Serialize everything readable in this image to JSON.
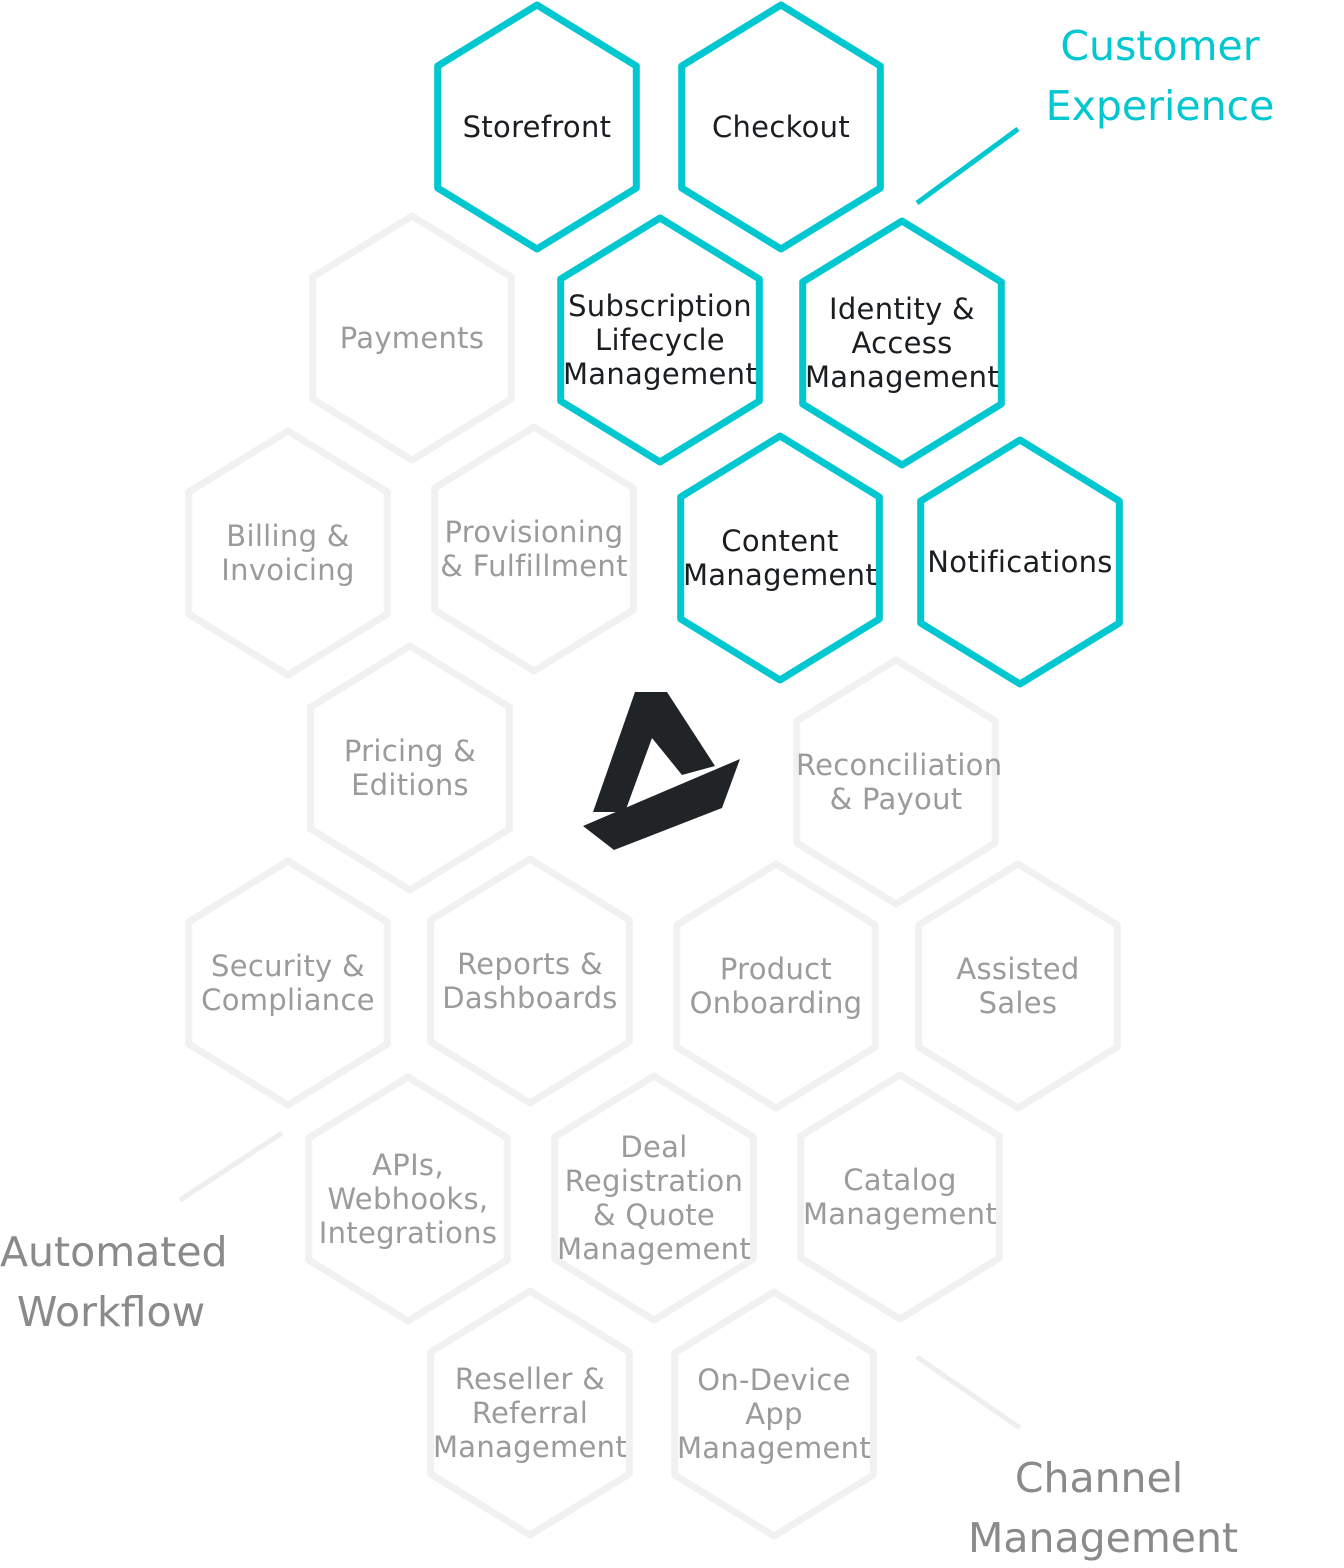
{
  "groups": {
    "customer_experience": "Customer\nExperience",
    "automated_workflow": "Automated\nWorkflow",
    "channel_management": "Channel\nManagement"
  },
  "colors": {
    "accent": "#00c7d0",
    "inactive_stroke": "#f1f1f1",
    "active_text": "#1b1e21",
    "inactive_text": "#9b9b9b",
    "group_text_gray": "#8a8a8a",
    "logo": "#212427"
  },
  "logo": {
    "icon": "triangular-sail-logo-icon"
  },
  "hexes": [
    {
      "id": "storefront",
      "label": "Storefront",
      "active": true
    },
    {
      "id": "checkout",
      "label": "Checkout",
      "active": true
    },
    {
      "id": "payments",
      "label": "Payments",
      "active": false
    },
    {
      "id": "subscription-lifecycle-management",
      "label": "Subscription\nLifecycle\nManagement",
      "active": true
    },
    {
      "id": "identity-access-management",
      "label": "Identity &\nAccess\nManagement",
      "active": true
    },
    {
      "id": "billing-invoicing",
      "label": "Billing &\nInvoicing",
      "active": false
    },
    {
      "id": "provisioning-fulfillment",
      "label": "Provisioning\n& Fulfillment",
      "active": false
    },
    {
      "id": "content-management",
      "label": "Content\nManagement",
      "active": true
    },
    {
      "id": "notifications",
      "label": "Notifications",
      "active": true
    },
    {
      "id": "pricing-editions",
      "label": "Pricing &\nEditions",
      "active": false
    },
    {
      "id": "reconciliation-payout",
      "label": "Reconciliation\n& Payout",
      "active": false
    },
    {
      "id": "security-compliance",
      "label": "Security &\nCompliance",
      "active": false
    },
    {
      "id": "reports-dashboards",
      "label": "Reports &\nDashboards",
      "active": false
    },
    {
      "id": "product-onboarding",
      "label": "Product\nOnboarding",
      "active": false
    },
    {
      "id": "assisted-sales",
      "label": "Assisted\nSales",
      "active": false
    },
    {
      "id": "apis-webhooks-integrations",
      "label": "APIs,\nWebhooks,\nIntegrations",
      "active": false
    },
    {
      "id": "deal-registration-quote-management",
      "label": "Deal\nRegistration\n& Quote\nManagement",
      "active": false
    },
    {
      "id": "catalog-management",
      "label": "Catalog\nManagement",
      "active": false
    },
    {
      "id": "reseller-referral-management",
      "label": "Reseller &\nReferral\nManagement",
      "active": false
    },
    {
      "id": "on-device-app-management",
      "label": "On-Device\nApp\nManagement",
      "active": false
    }
  ]
}
